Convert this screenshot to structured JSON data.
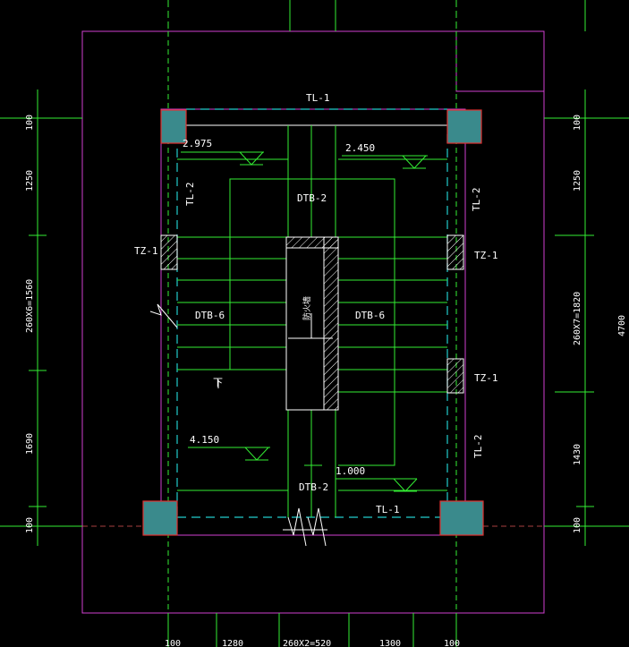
{
  "labels": {
    "tl1_top": "TL-1",
    "tl1_bottom": "TL-1",
    "tl2_left": "TL-2",
    "tl2_right_top": "TL-2",
    "tl2_right_bottom": "TL-2",
    "tz1_left": "TZ-1",
    "tz1_right_top": "TZ-1",
    "tz1_right_mid": "TZ-1",
    "dtb2_top": "DTB-2",
    "dtb2_bottom": "DTB-2",
    "dtb6_left": "DTB-6",
    "dtb6_right": "DTB-6",
    "well_label": "防火墙",
    "down_arrow": "下"
  },
  "elevations": {
    "e1": "2.975",
    "e2": "2.450",
    "e3": "4.150",
    "e4": "1.000"
  },
  "dimensions": {
    "left": [
      "100",
      "1250",
      "260X6=1560",
      "1690",
      "100"
    ],
    "right": [
      "100",
      "1250",
      "260X7=1820",
      "1430",
      "100"
    ],
    "right_total": "4700",
    "bottom": [
      "100",
      "1280",
      "260X2=520",
      "1300",
      "100"
    ]
  },
  "colors": {
    "grid": "#33ee33",
    "outline": "#d040d0",
    "column_fill": "#3a8a8c",
    "column_edge": "#e03030",
    "beam": "#22cccc"
  }
}
